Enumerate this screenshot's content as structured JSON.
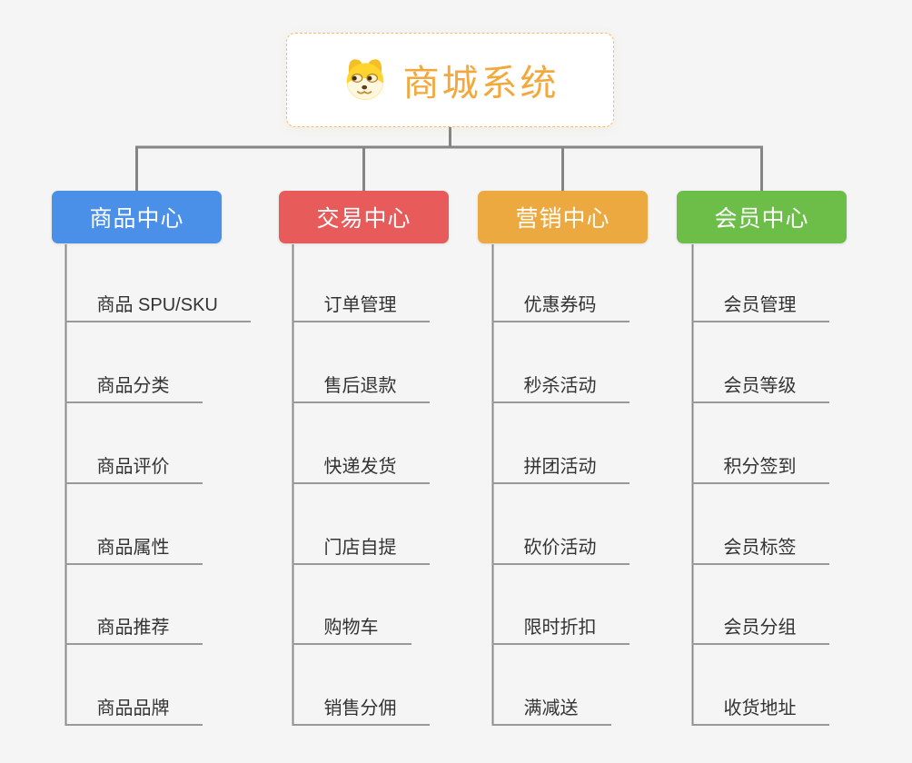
{
  "root": {
    "title": "商城系统",
    "icon": "dog-face-icon"
  },
  "branches": [
    {
      "label": "商品中心",
      "color": "#4a90e8",
      "children": [
        "商品 SPU/SKU",
        "商品分类",
        "商品评价",
        "商品属性",
        "商品推荐",
        "商品品牌"
      ]
    },
    {
      "label": "交易中心",
      "color": "#e85b5b",
      "children": [
        "订单管理",
        "售后退款",
        "快递发货",
        "门店自提",
        "购物车",
        "销售分佣"
      ]
    },
    {
      "label": "营销中心",
      "color": "#eca93f",
      "children": [
        "优惠券码",
        "秒杀活动",
        "拼团活动",
        "砍价活动",
        "限时折扣",
        "满减送"
      ]
    },
    {
      "label": "会员中心",
      "color": "#6cbe49",
      "children": [
        "会员管理",
        "会员等级",
        "积分签到",
        "会员标签",
        "会员分组",
        "收货地址"
      ]
    }
  ],
  "colors": {
    "background": "#f5f5f5",
    "root_text": "#f2a83c",
    "root_border": "#f2bc68",
    "connector": "#858585",
    "child_underline": "#999999",
    "child_text": "#333333"
  }
}
